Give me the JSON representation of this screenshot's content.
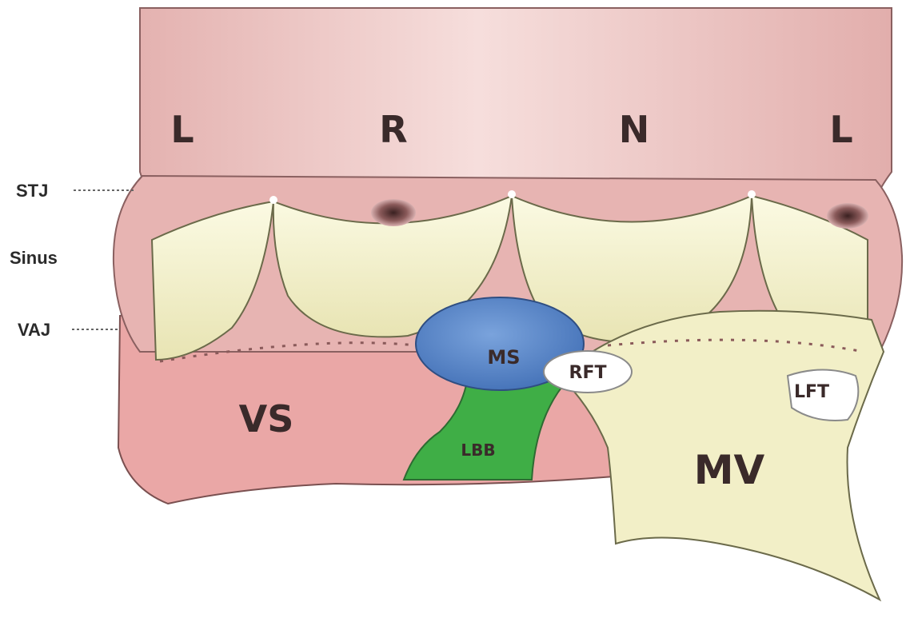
{
  "cusp_labels": {
    "left_1": "L",
    "right": "R",
    "non": "N",
    "left_2": "L"
  },
  "side_labels": {
    "stj": "STJ",
    "sinus": "Sinus",
    "vaj": "VAJ"
  },
  "region_labels": {
    "vs": "VS",
    "ms": "MS",
    "lbb": "LBB",
    "rft": "RFT",
    "lft": "LFT",
    "mv": "MV"
  },
  "colors": {
    "aorta": "#e8b8b6",
    "aorta_highlight": "#f3d8d6",
    "cusp": "#f1efc8",
    "septum": "#eaa7a6",
    "membranous_septum": "#5b86c8",
    "left_bundle_branch": "#3fae46",
    "trigone": "#ffffff",
    "mitral_valve": "#f2efc7",
    "outline": "#6b4a4a"
  }
}
